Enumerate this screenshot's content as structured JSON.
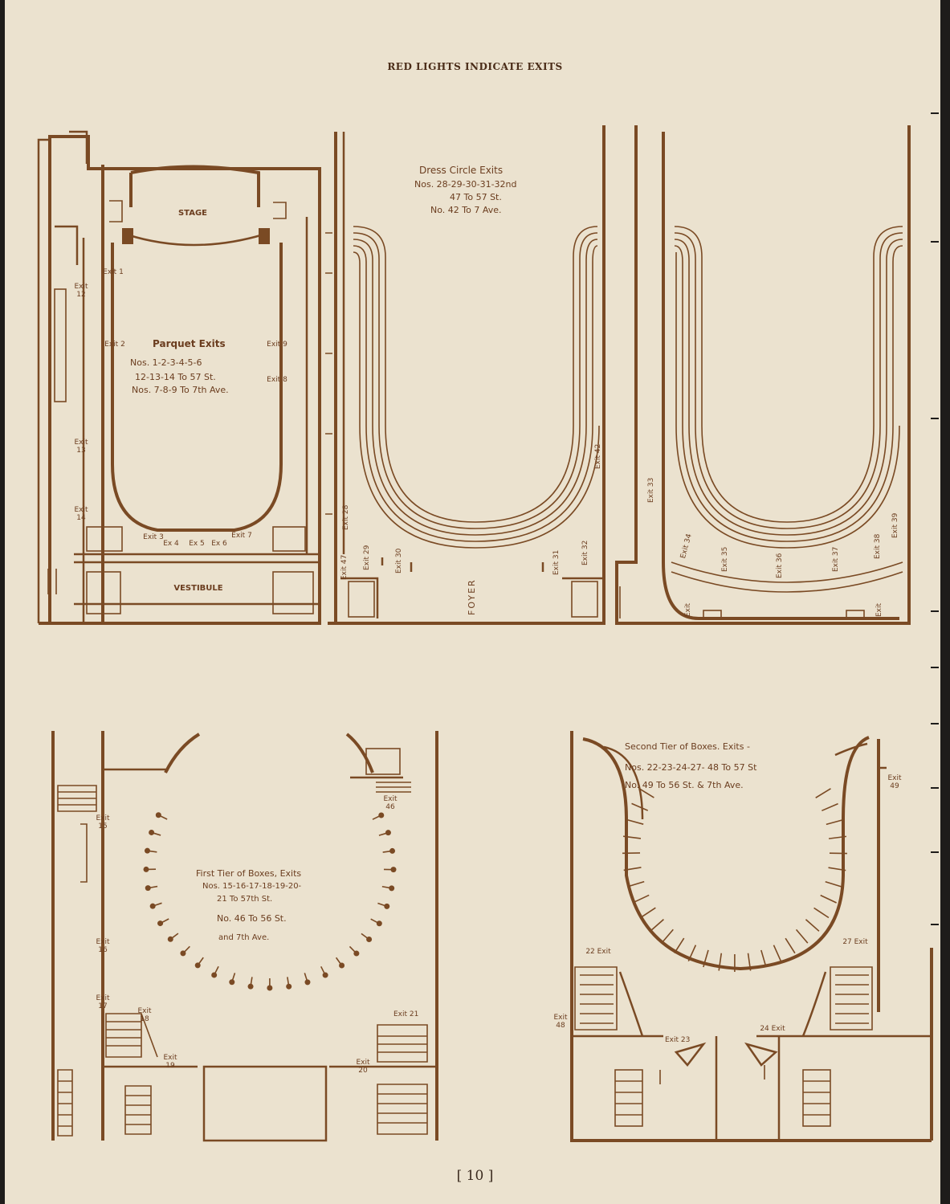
{
  "header": "RED LIGHTS INDICATE EXITS",
  "page_number": "[ 10 ]",
  "parquet": {
    "stage": "STAGE",
    "vestibule": "VESTIBULE",
    "title": "Parquet Exits",
    "line1": "Nos. 1-2-3-4-5-6",
    "line2": "12-13-14 To 57 St.",
    "line3": "Nos. 7-8-9 To 7th Ave.",
    "exits": {
      "e1": "Exit 1",
      "e2": "Exit 2",
      "e3": "Exit 3",
      "e4": "Ex 4",
      "e5": "Ex 5",
      "e6": "Ex 6",
      "e7": "Exit 7",
      "e8": "Exit 8",
      "e9": "Exit 9",
      "e12": "Exit 12",
      "e13": "Exit 13",
      "e14": "Exit 14"
    }
  },
  "dress_circle": {
    "title": "Dress Circle Exits",
    "line1": "Nos. 28-29-30-31-32nd",
    "line2": "47 To 57 St.",
    "line3": "No. 42 To 7 Ave.",
    "foyer": "FOYER",
    "exits": {
      "e28": "Exit 28",
      "e29": "Exit 29",
      "e30": "Exit 30",
      "e31": "Exit 31",
      "e32": "Exit 32",
      "e33": "Exit 33",
      "e34": "Exit 34",
      "e35": "Exit 35",
      "e36": "Exit 36",
      "e37": "Exit 37",
      "e38": "Exit 38",
      "e39": "Exit 39",
      "e42": "Exit 42",
      "e47": "Exit 47",
      "exit": "Exit"
    }
  },
  "first_tier": {
    "title": "First Tier of Boxes, Exits",
    "line1": "Nos. 15-16-17-18-19-20-",
    "line2": "21 To 57th St.",
    "line3": "No. 46 To 56 St.",
    "line4": "and 7th Ave.",
    "exits": {
      "e15": "Exit 15",
      "e16": "Exit 16",
      "e17": "Exit 17",
      "e18": "Exit 18",
      "e19": "Exit 19",
      "e20": "Exit 20",
      "e21": "Exit 21",
      "e46": "Exit 46"
    }
  },
  "second_tier": {
    "title": "Second Tier of Boxes. Exits -",
    "line1": "Nos. 22-23-24-27- 48 To 57 St",
    "line2": "No. 49 To 56 St. & 7th Ave.",
    "exits": {
      "e22": "22 Exit",
      "e23": "Exit 23",
      "e24": "24 Exit",
      "e27": "27 Exit",
      "e48": "Exit 48",
      "e49": "Exit 49"
    }
  }
}
